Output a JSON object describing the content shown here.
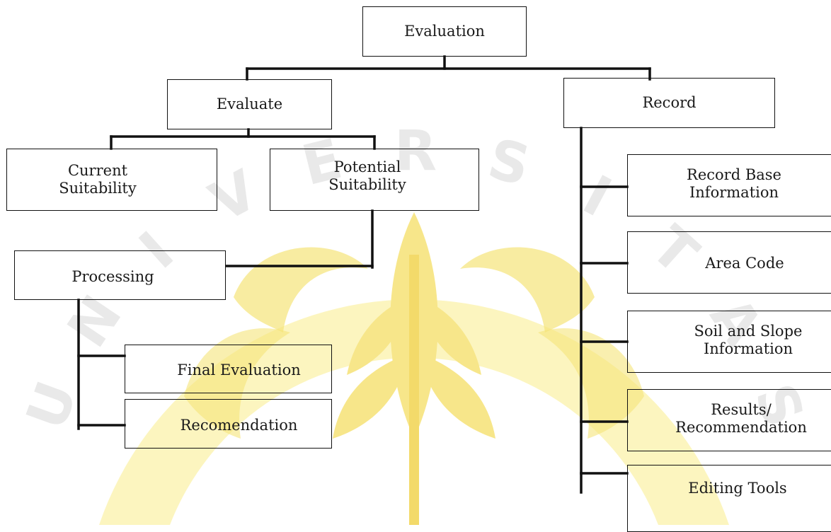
{
  "diagram": {
    "root": {
      "label": "Evaluation"
    },
    "evaluate": {
      "label": "Evaluate",
      "children": [
        "Current Suitability",
        "Potential Suitability"
      ]
    },
    "processing": {
      "label": "Processing",
      "children": [
        "Final Evaluation",
        "Recomendation"
      ]
    },
    "record": {
      "label": "Record",
      "children": [
        "Record Base Information",
        "Area Code",
        "Soil and Slope Information",
        "Results/ Recommendation",
        "Editing Tools"
      ]
    }
  },
  "watermark": {
    "letters": [
      "U",
      "N",
      "I",
      "V",
      "E",
      "R",
      "S",
      "I",
      "T",
      "A",
      "S"
    ]
  },
  "colors": {
    "watermark_fill": "#fbf3b4",
    "watermark_dark": "#f5e479",
    "line": "#111111"
  }
}
